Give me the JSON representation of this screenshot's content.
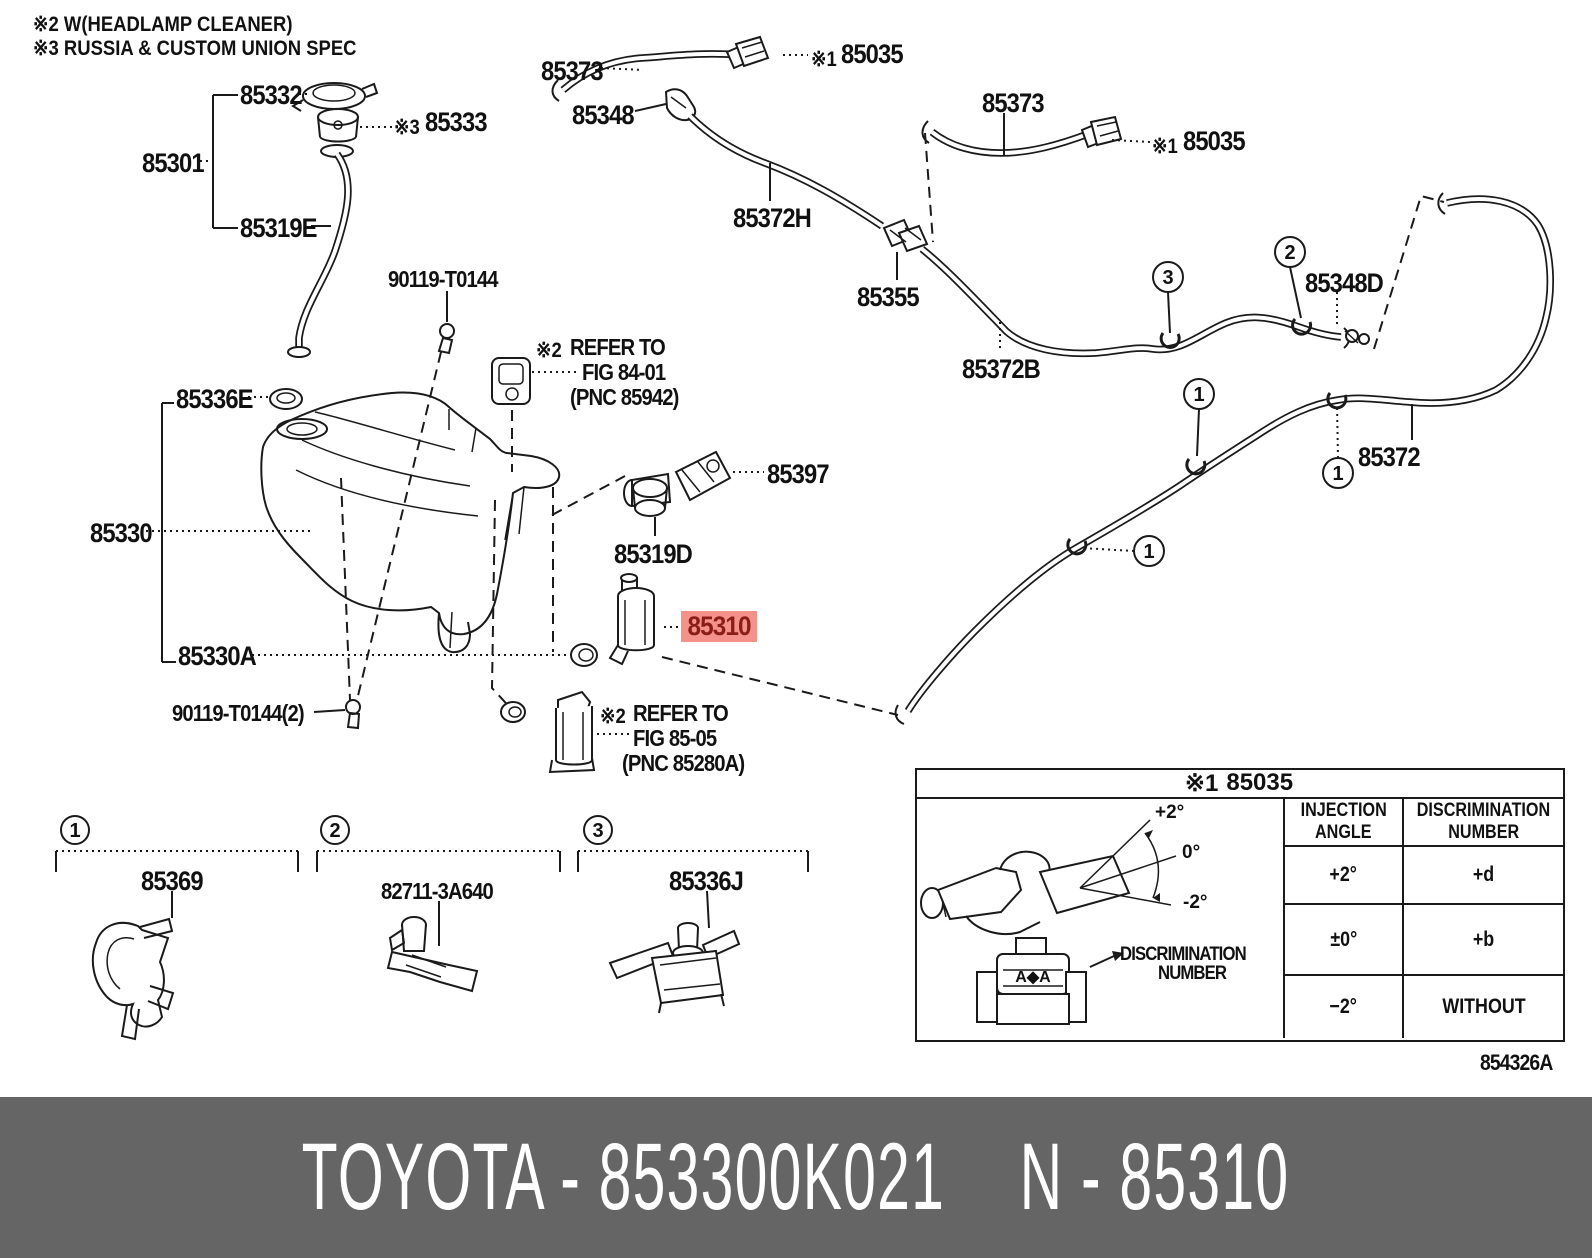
{
  "page": {
    "bg": "#ffffff",
    "ink": "#1a1a1a"
  },
  "notes": {
    "line1": "※2 W(HEADLAMP CLEANER)",
    "line2": "※3 RUSSIA & CUSTOM UNION SPEC"
  },
  "labels": {
    "l85332": "85332",
    "l85333_pre": "※3",
    "l85333": "85333",
    "l85301": "85301",
    "l85319e": "85319E",
    "l90119a": "90119-T0144",
    "l85336e": "85336E",
    "l85330": "85330",
    "l85330a": "85330A",
    "l90119b": "90119-T0144(2)",
    "ref1_pre": "※2",
    "ref1_line1": "REFER TO",
    "ref1_line2": "FIG 84-01",
    "ref1_line3": "(PNC 85942)",
    "l85397": "85397",
    "l85319d": "85319D",
    "ref2_pre": "※2",
    "ref2_line1": "REFER TO",
    "ref2_line2": "FIG 85-05",
    "ref2_line3": "(PNC 85280A)",
    "l85369": "85369",
    "l82711": "82711-3A640",
    "l85336j": "85336J",
    "l85373a": "85373",
    "l85035a_pre": "※1",
    "l85035a": "85035",
    "l85348": "85348",
    "l85372h": "85372H",
    "l85355": "85355",
    "l85372b": "85372B",
    "l85373b": "85373",
    "l85035b_pre": "※1",
    "l85035b": "85035",
    "l85348d": "85348D",
    "l85372": "85372",
    "fig_code": "854326A"
  },
  "highlight": {
    "part": "85310",
    "bg": "#f5918b",
    "fg": "#8a1d15"
  },
  "callouts": {
    "c1": "1",
    "c2": "2",
    "c3": "3"
  },
  "table": {
    "title_pre": "※1",
    "title": "85035",
    "col1_l1": "INJECTION",
    "col1_l2": "ANGLE",
    "col2_l1": "DISCRIMINATION",
    "col2_l2": "NUMBER",
    "rows": [
      {
        "angle": "+2°",
        "num": "+d"
      },
      {
        "angle": "±0°",
        "num": "+b"
      },
      {
        "angle": "−2°",
        "num": "WITHOUT"
      }
    ],
    "fan": {
      "plus": "+2°",
      "zero": "0°",
      "minus": "-2°"
    },
    "disc_l1": "DISCRIMINATION",
    "disc_l2": "NUMBER",
    "nozzle_mark": "A◆A"
  },
  "footer": {
    "left": "TOYOTA - 853300K021",
    "right": "N - 85310",
    "bg": "#656565",
    "fg": "#ffffff"
  }
}
